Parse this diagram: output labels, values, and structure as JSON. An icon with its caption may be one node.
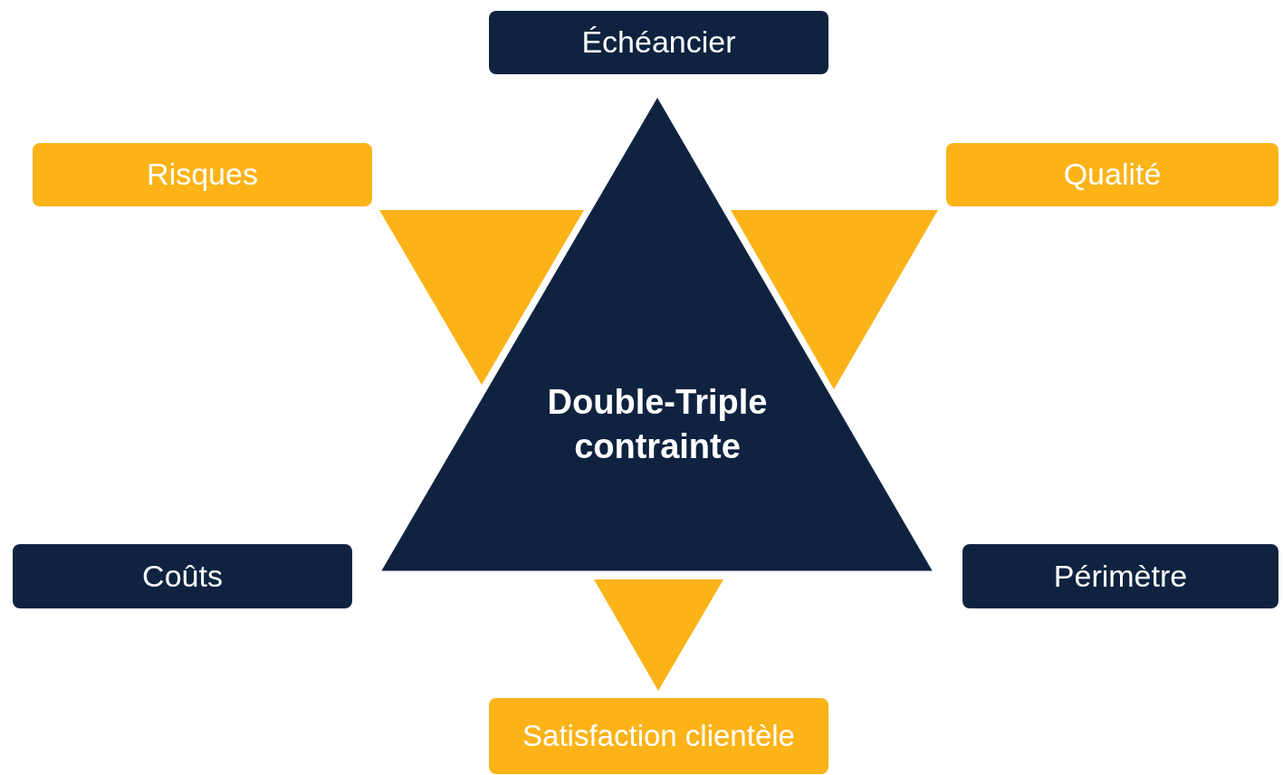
{
  "diagram": {
    "nodes": [
      {
        "text": [
          "Échéancier"
        ]
      },
      {
        "text": [
          "Risques"
        ]
      },
      {
        "text": [
          "Qualité"
        ]
      },
      {
        "text": [],
        "shape": "triangle"
      },
      {
        "text": [],
        "shape": "triangle"
      },
      {
        "text": [
          "Double-Triple contrainte"
        ]
      },
      {
        "text": [
          "Coûts"
        ]
      },
      {
        "text": [
          "Périmètre"
        ]
      },
      {
        "text": [],
        "shape": "triangle"
      },
      {
        "text": [
          "Satisfaction clientèle"
        ]
      }
    ]
  }
}
